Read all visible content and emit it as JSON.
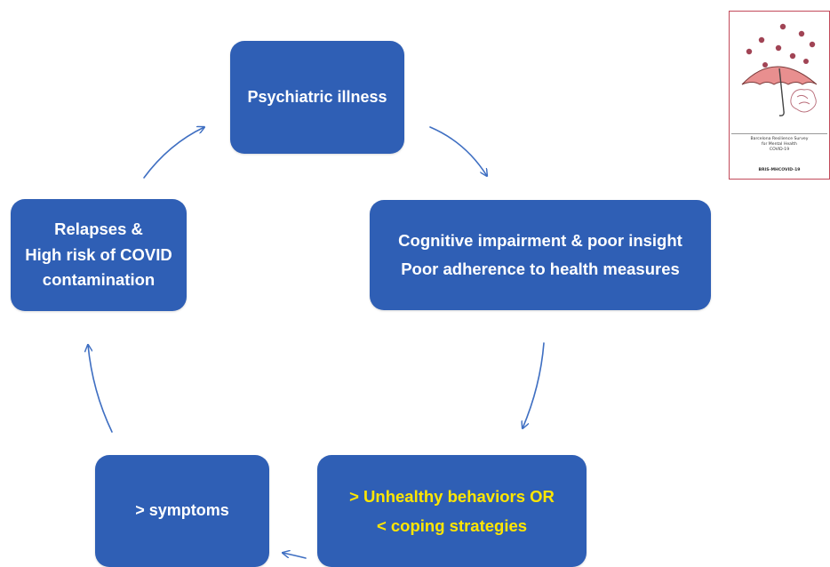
{
  "nodes": {
    "psychiatric": [
      "Psychiatric illness"
    ],
    "cognitive": [
      "Cognitive impairment & poor insight",
      "Poor adherence to health measures"
    ],
    "unhealthy": [
      "> Unhealthy behaviors OR",
      "< coping strategies"
    ],
    "symptoms": [
      "> symptoms"
    ],
    "relapses": [
      "Relapses &",
      "High risk of COVID",
      "contamination"
    ]
  },
  "colors": {
    "box_fill": "#2f5fb5",
    "box_text": "#ffffff",
    "highlight_text": "#ffe600",
    "arrow": "#3f6fc2",
    "logo_border": "#c24a5a",
    "virus": "#a14455"
  },
  "logo": {
    "lines": [
      "Barcelona Resilience Survey",
      "for Mental Health",
      "COVID-19",
      "BRIS-MHCOVID-19"
    ],
    "icons": [
      "virus-icon",
      "umbrella-icon",
      "brain-icon"
    ]
  }
}
